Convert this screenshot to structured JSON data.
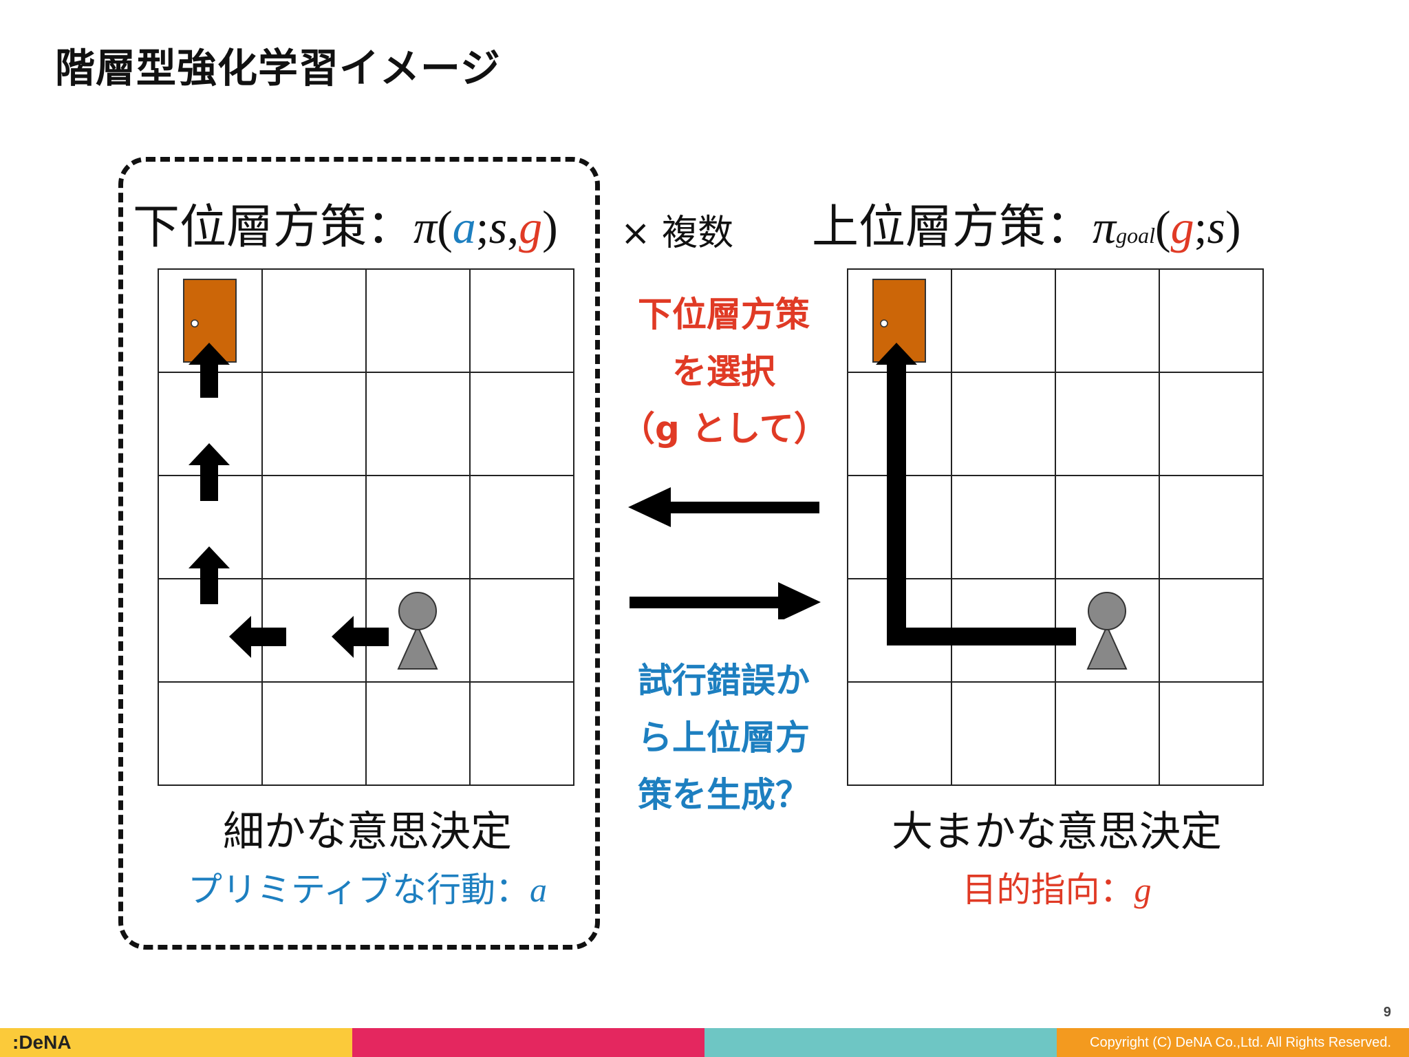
{
  "slide": {
    "title": "階層型強化学習イメージ",
    "page_number": "9"
  },
  "lower_policy": {
    "label": "下位層方策：",
    "pi": "π",
    "open": "(",
    "a": "a",
    "sep1": ";",
    "s": "s",
    "sep2": ",",
    "g": "g",
    "close": ")"
  },
  "multiplier": "× 複数",
  "upper_policy": {
    "label": "上位層方策：",
    "pi": "π",
    "subscript": "goal",
    "open": "(",
    "g": "g",
    "sep": ";",
    "s": "s",
    "close": ")"
  },
  "center": {
    "top_lines": [
      "下位層方策",
      "を選択",
      "（g として）"
    ],
    "bottom_lines": [
      "試行錯誤か",
      "ら上位層方",
      "策を生成？"
    ]
  },
  "left_panel": {
    "caption": "細かな意思決定",
    "subcaption": "プリミティブな行動：",
    "subcaption_var": "a"
  },
  "right_panel": {
    "caption": "大まかな意思決定",
    "subcaption": "目的指向：",
    "subcaption_var": "g"
  },
  "footer": {
    "logo": ":DeNA",
    "copyright": "Copyright (C) DeNA Co.,Ltd. All Rights Reserved."
  },
  "colors": {
    "blue": "#1d7fc0",
    "red": "#e03a25",
    "door": "#cc6608",
    "agent": "#888888",
    "footer_yellow": "#fbca3a",
    "footer_pink": "#e4275f",
    "footer_teal": "#6ec6c4",
    "footer_orange": "#f39a1f"
  }
}
